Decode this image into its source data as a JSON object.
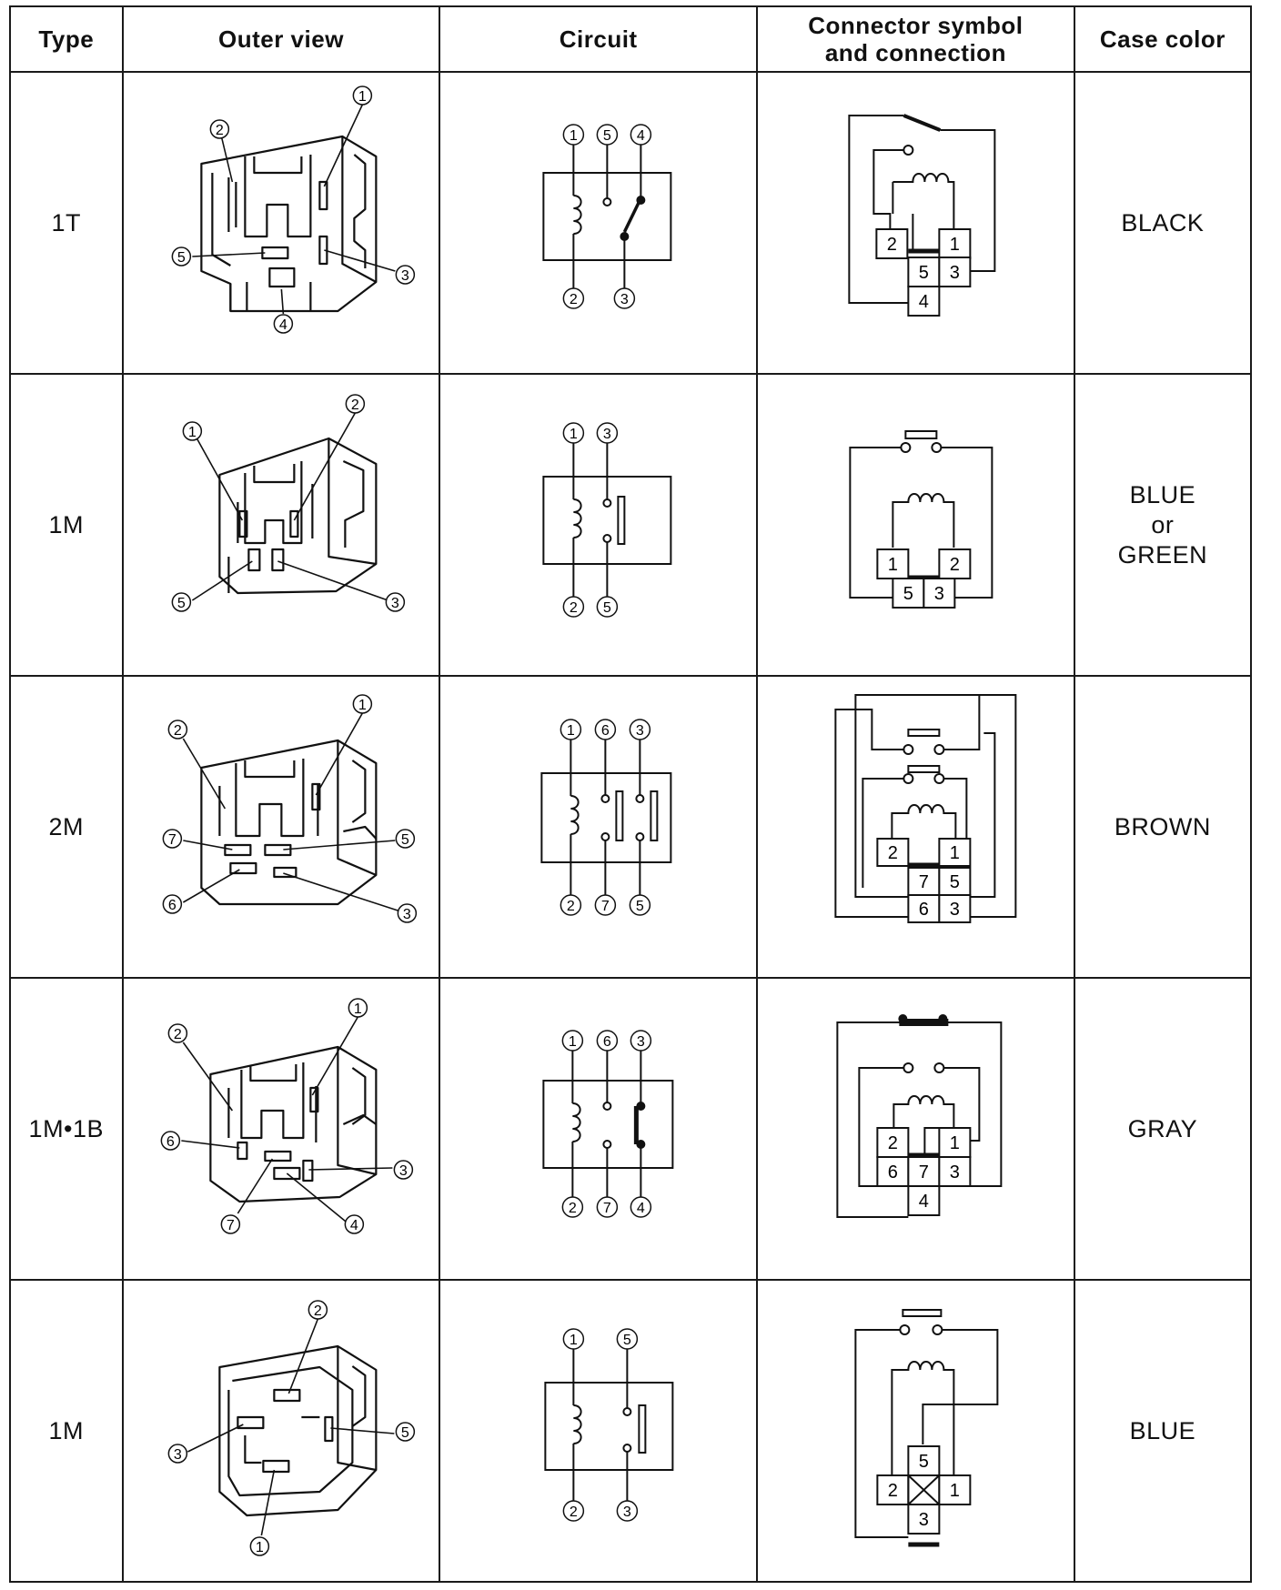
{
  "headers": {
    "type": "Type",
    "outer_view": "Outer view",
    "circuit": "Circuit",
    "connector_line1": "Connector symbol",
    "connector_line2": "and connection",
    "case_color": "Case color"
  },
  "rows": [
    {
      "type": "1T",
      "case_color": [
        "BLACK"
      ],
      "outer_labels": [
        "1",
        "2",
        "5",
        "3",
        "4"
      ],
      "circuit_top": [
        "1",
        "5",
        "4"
      ],
      "circuit_bottom": [
        "2",
        "3"
      ],
      "connector_terminals": [
        "2",
        "1",
        "5",
        "3",
        "4"
      ]
    },
    {
      "type": "1M",
      "case_color": [
        "BLUE",
        "or",
        "GREEN"
      ],
      "outer_labels": [
        "1",
        "2",
        "5",
        "3"
      ],
      "circuit_top": [
        "1",
        "3"
      ],
      "circuit_bottom": [
        "2",
        "5"
      ],
      "connector_terminals": [
        "1",
        "2",
        "5",
        "3"
      ]
    },
    {
      "type": "2M",
      "case_color": [
        "BROWN"
      ],
      "outer_labels": [
        "1",
        "2",
        "7",
        "5",
        "6",
        "3"
      ],
      "circuit_top": [
        "1",
        "6",
        "3"
      ],
      "circuit_bottom": [
        "2",
        "7",
        "5"
      ],
      "connector_terminals": [
        "2",
        "1",
        "7",
        "5",
        "6",
        "3"
      ]
    },
    {
      "type": "1M•1B",
      "case_color": [
        "GRAY"
      ],
      "outer_labels": [
        "1",
        "2",
        "6",
        "3",
        "7",
        "4"
      ],
      "circuit_top": [
        "1",
        "6",
        "3"
      ],
      "circuit_bottom": [
        "2",
        "7",
        "4"
      ],
      "connector_terminals": [
        "2",
        "1",
        "6",
        "7",
        "3",
        "4"
      ]
    },
    {
      "type": "1M",
      "case_color": [
        "BLUE"
      ],
      "outer_labels": [
        "2",
        "5",
        "3",
        "1"
      ],
      "circuit_top": [
        "1",
        "5"
      ],
      "circuit_bottom": [
        "2",
        "3"
      ],
      "connector_terminals": [
        "5",
        "2",
        "1",
        "3"
      ]
    }
  ]
}
